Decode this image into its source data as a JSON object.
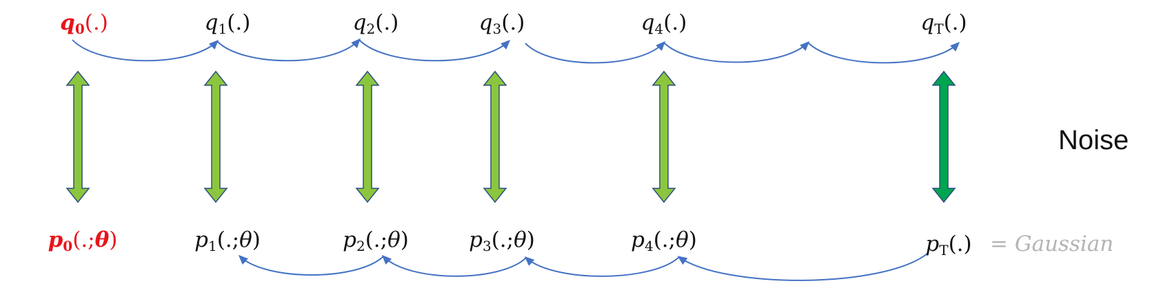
{
  "top_row": [
    {
      "letter": "q",
      "sub": "0",
      "arg": "(.)",
      "highlight": true
    },
    {
      "letter": "q",
      "sub": "1",
      "arg": "(.)",
      "highlight": false
    },
    {
      "letter": "q",
      "sub": "2",
      "arg": "(.)",
      "highlight": false
    },
    {
      "letter": "q",
      "sub": "3",
      "arg": "(.)",
      "highlight": false
    },
    {
      "letter": "q",
      "sub": "4",
      "arg": "(.)",
      "highlight": false
    },
    {
      "letter": "q",
      "sub": "T",
      "arg": "(.)",
      "highlight": false
    }
  ],
  "bottom_row": [
    {
      "letter": "p",
      "sub": "0",
      "arg_open": "(.;",
      "theta": "θ",
      "arg_close": ")",
      "highlight": true
    },
    {
      "letter": "p",
      "sub": "1",
      "arg_open": "(.;",
      "theta": "θ",
      "arg_close": ")",
      "highlight": false
    },
    {
      "letter": "p",
      "sub": "2",
      "arg_open": "(.;",
      "theta": "θ",
      "arg_close": ")",
      "highlight": false
    },
    {
      "letter": "p",
      "sub": "3",
      "arg_open": "(.;",
      "theta": "θ",
      "arg_close": ")",
      "highlight": false
    },
    {
      "letter": "p",
      "sub": "4",
      "arg_open": "(.;",
      "theta": "θ",
      "arg_close": ")",
      "highlight": false
    },
    {
      "letter": "p",
      "sub": "T",
      "arg_open": "(.)",
      "theta": "",
      "arg_close": "",
      "highlight": false
    }
  ],
  "gaussian_label": "= Gaussian",
  "noise_label": "Noise",
  "colors": {
    "highlight_text": "#e8141b",
    "curve_arrow": "#4472c4",
    "double_arrow_fill": "#8cc63e",
    "double_arrow_fill_last": "#00a550",
    "double_arrow_stroke": "#2f4f7f",
    "gaussian_text": "#b4b4b4"
  }
}
